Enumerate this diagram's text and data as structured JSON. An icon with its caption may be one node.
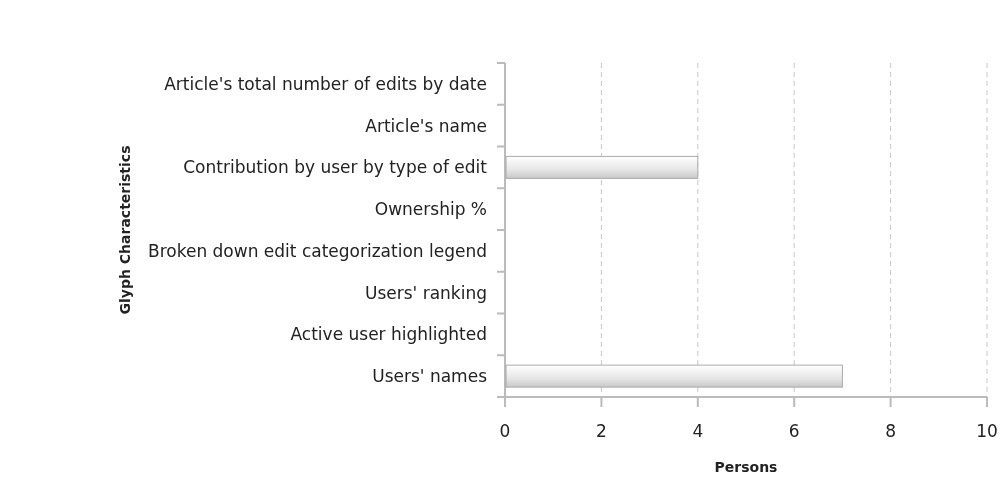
{
  "diagram": {
    "chart_data": {
      "type": "bar",
      "orientation": "horizontal",
      "xlabel": "Persons",
      "ylabel": "Glyph Characteristics",
      "categories": [
        "Article's total number of edits by date",
        "Article's name",
        "Contribution by user by type of edit",
        "Ownership %",
        "Broken down edit categorization legend",
        "Users' ranking",
        "Active user highlighted",
        "Users' names"
      ],
      "values": [
        0,
        0,
        4,
        0,
        0,
        0,
        0,
        7
      ],
      "xlim": [
        0,
        10
      ],
      "grid": true,
      "xticks": [
        0,
        2,
        4,
        6,
        8,
        10
      ]
    }
  }
}
